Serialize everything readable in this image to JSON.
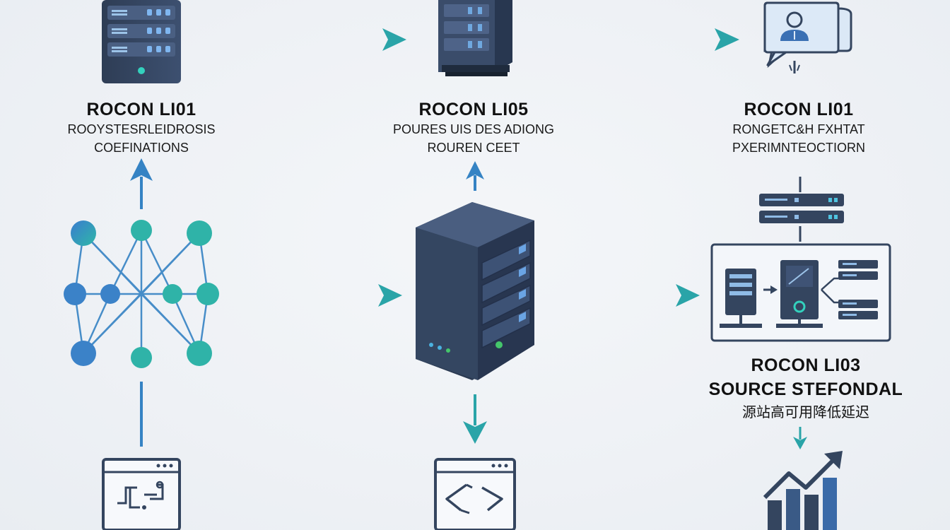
{
  "nodes": {
    "top_left": {
      "title": "ROCON LI01",
      "line1": "ROOYSTESRLEIDROSIS",
      "line2": "COEFINATIONS"
    },
    "top_center": {
      "title": "ROCON LI05",
      "line1": "POURES UIS DES ADIONG",
      "line2": "ROUREN CEET"
    },
    "top_right": {
      "title": "ROCON LI01",
      "line1": "RONGETC&H FXHTAT",
      "line2": "PXERIMNTEOCTIORN"
    },
    "bottom_right": {
      "title": "ROCON LI03",
      "subtitle": "SOURCE STEFONDAL",
      "cjk": "源站高可用降低延迟"
    }
  },
  "colors": {
    "server_dark": "#34455f",
    "server_mid": "#45597a",
    "arrow_teal": "#2aa4a8",
    "arrow_blue": "#3583c4",
    "node_blue": "#3b82c8",
    "node_teal": "#2fb3a8",
    "led_teal": "#33d1bd"
  },
  "icons": [
    "server-icon",
    "server-tower-icon",
    "user-chat-icon",
    "network-graph-icon",
    "code-window-icon",
    "growth-chart-icon",
    "server-rack-icon",
    "data-pipeline-icon"
  ]
}
